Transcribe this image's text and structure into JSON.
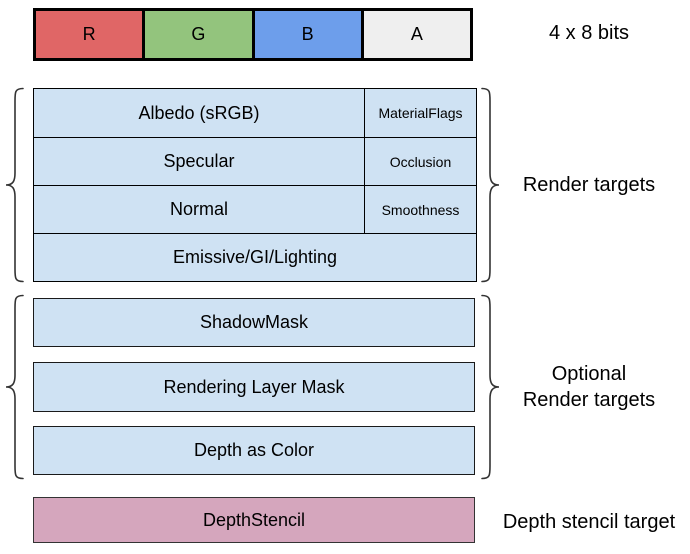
{
  "bit_bar": {
    "caption": "4 x 8 bits",
    "cells": [
      {
        "label": "R",
        "color": "#e06666"
      },
      {
        "label": "G",
        "color": "#93c47d"
      },
      {
        "label": "B",
        "color": "#6d9eeb"
      },
      {
        "label": "A",
        "color": "#efefef"
      }
    ]
  },
  "render_targets": {
    "label": "Render targets",
    "cell_color": "#cfe2f3",
    "rows": [
      {
        "main": "Albedo (sRGB)",
        "side": "MaterialFlags"
      },
      {
        "main": "Specular",
        "side": "Occlusion"
      },
      {
        "main": "Normal",
        "side": "Smoothness"
      },
      {
        "main": "Emissive/GI/Lighting"
      }
    ]
  },
  "optional_render_targets": {
    "label_line1": "Optional",
    "label_line2": "Render targets",
    "box_color": "#cfe2f3",
    "items": [
      "ShadowMask",
      "Rendering Layer Mask",
      "Depth as Color"
    ]
  },
  "depth_stencil": {
    "label": "Depth stencil target",
    "box": "DepthStencil",
    "box_color": "#d5a6bd"
  }
}
